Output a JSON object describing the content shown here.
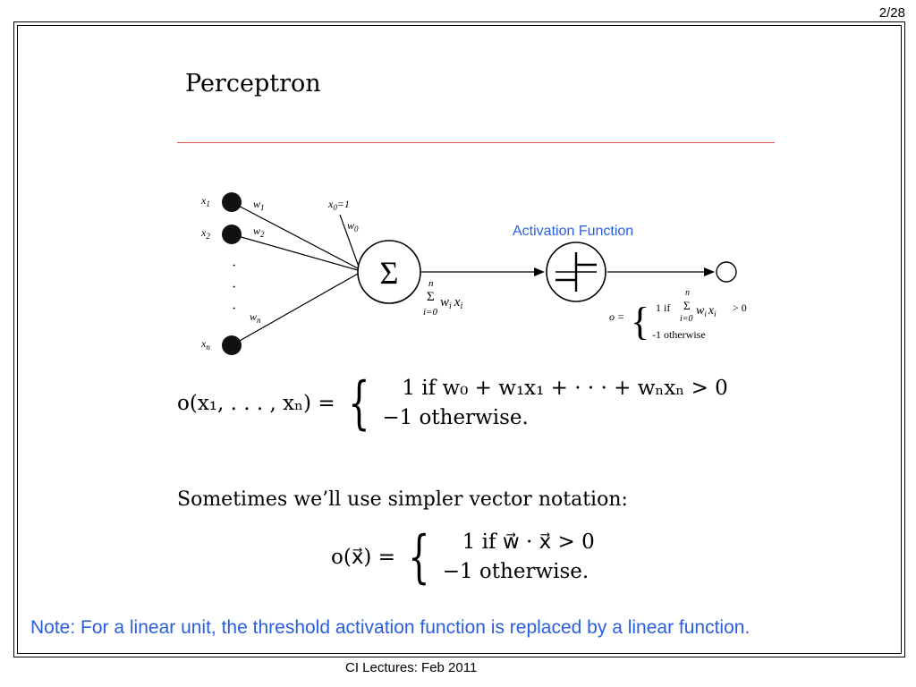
{
  "page_number": "2/28",
  "slide": {
    "title": "Perceptron",
    "activation_label": "Activation Function",
    "diagram": {
      "inputs": [
        "x",
        "x",
        "x"
      ],
      "input_subscripts": [
        "1",
        "2",
        "n"
      ],
      "weights": [
        "w",
        "w",
        "w"
      ],
      "weight_subscripts": [
        "1",
        "2",
        "n"
      ],
      "dots": "·",
      "bias_input": "x",
      "bias_sub": "0",
      "bias_value": "=1",
      "bias_weight": "w",
      "bias_weight_sub": "0",
      "sum_symbol": "Σ",
      "sum_upper": "n",
      "sum_lower": "i=0",
      "sum_term": "w",
      "sum_term_i": "i",
      "sum_term_x": "x",
      "sum_term_xi": "i",
      "output_o": "o =",
      "output_case1": "1  if",
      "output_case1_cond": "> 0",
      "output_case2": "-1 otherwise"
    },
    "equation1": {
      "lhs": "o(x₁, . . . , xₙ) =",
      "case1": "1  if  w₀ + w₁x₁ + · · · + wₙxₙ > 0",
      "case2": "−1  otherwise."
    },
    "sometimes_text": "Sometimes we’ll use simpler vector notation:",
    "equation2": {
      "lhs": "o(x⃗) =",
      "case1": "1  if  w⃗ · x⃗ > 0",
      "case2": "−1  otherwise."
    },
    "note": "Note: For a linear unit, the threshold activation function is replaced by a linear function."
  },
  "footer": "CI Lectures: Feb 2011"
}
